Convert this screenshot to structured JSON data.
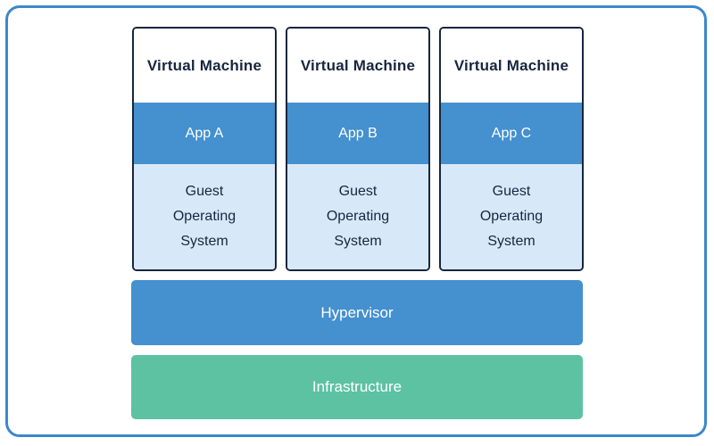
{
  "vms": [
    {
      "title": "Virtual Machine",
      "app_label": "App A",
      "os_label": "Guest Operating System"
    },
    {
      "title": "Virtual Machine",
      "app_label": "App B",
      "os_label": "Guest Operating System"
    },
    {
      "title": "Virtual Machine",
      "app_label": "App C",
      "os_label": "Guest Operating System"
    }
  ],
  "layers": {
    "hypervisor": {
      "label": "Hypervisor",
      "color": "#4590ce"
    },
    "infrastructure": {
      "label": "Infrastructure",
      "color": "#5cc2a1"
    }
  },
  "colors": {
    "frame_border": "#3d87cb",
    "vm_border": "#17263f",
    "vm_title_text": "#17263f",
    "app_band_bg": "#4590ce",
    "app_band_text": "#ffffff",
    "guest_os_bg": "#d7e9f9",
    "guest_os_text": "#17263f",
    "layer_text": "#ffffff"
  }
}
